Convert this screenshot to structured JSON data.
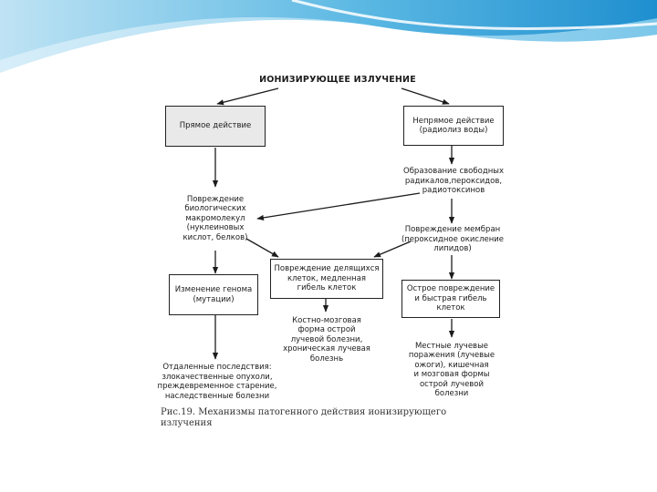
{
  "diagram": {
    "title": "ИОНИЗИРУЮЩЕЕ ИЗЛУЧЕНИЕ",
    "nodes": {
      "direct": "Прямое действие",
      "indirect": "Непрямое действие\n(радиолиз воды)",
      "radicals": "Образование свободных\nрадикалов,пероксидов,\nрадиотоксинов",
      "biomolecules": "Повреждение\nбиологических\nмакромолекул\n(нуклеиновых\nкислот, белков)",
      "membranes": "Повреждение мембран\n(пероксидное окисление\nлипидов)",
      "dividing_cells": "Повреждение делящихся\nклеток, медленная\nгибель клеток",
      "genome": "Изменение генома\n(мутации)",
      "acute_damage": "Острое повреждение\nи быстрая гибель\nклеток",
      "bone_marrow": "Костно-мозговая\nформа острой\nлучевой болезни,\nхроническая лучевая\nболезнь",
      "local_forms": "Местные лучевые\nпоражения (лучевые\nожоги), кишечная\nи мозговая формы\nострой лучевой\nболезни",
      "remote": "Отдаленные последствия:\nзлокачественные опухоли,\nпреждевременное старение,\nнаследственные болезни"
    },
    "caption": "Рис.19. Механизмы патогенного действия ионизирующего излучения"
  },
  "colors": {
    "banner_light": "#bfe3f4",
    "banner_mid": "#5bb8e3",
    "banner_dark": "#1f8fcf",
    "ink": "#1c1c1c"
  }
}
